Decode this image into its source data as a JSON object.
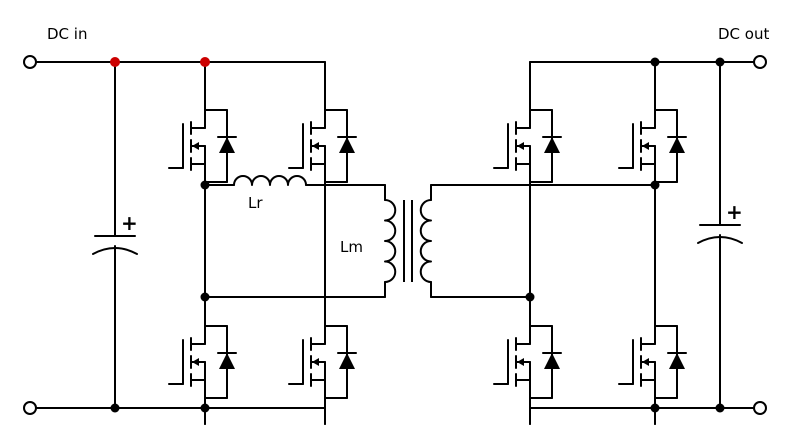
{
  "labels": {
    "dc_in": "DC in",
    "dc_out": "DC out",
    "lr": "Lr",
    "lm": "Lm"
  },
  "colors": {
    "wire": "#000000",
    "node": "#000000",
    "highlight_node": "#cc0000"
  },
  "symbols": {
    "capacitor_polarity": "+"
  }
}
